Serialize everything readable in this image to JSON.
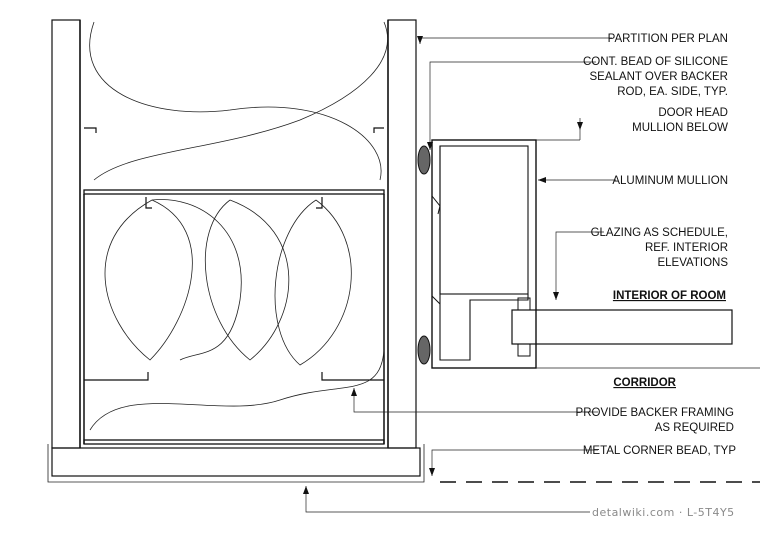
{
  "labels": {
    "partition": "PARTITION PER PLAN",
    "sealant": [
      "CONT. BEAD OF SILICONE",
      "SEALANT OVER BACKER",
      "ROD, EA. SIDE, TYP."
    ],
    "door_head": [
      "DOOR HEAD",
      "MULLION BELOW"
    ],
    "mullion": "ALUMINUM MULLION",
    "glazing": [
      "GLAZING AS SCHEDULE,",
      "REF. INTERIOR",
      "ELEVATIONS"
    ],
    "interior": "INTERIOR OF ROOM",
    "corridor": "CORRIDOR",
    "backer": [
      "PROVIDE BACKER FRAMING",
      "AS REQUIRED"
    ],
    "corner_bead": "METAL CORNER BEAD, TYP"
  },
  "watermark": "detalwiki.com · L-5T4Y5"
}
